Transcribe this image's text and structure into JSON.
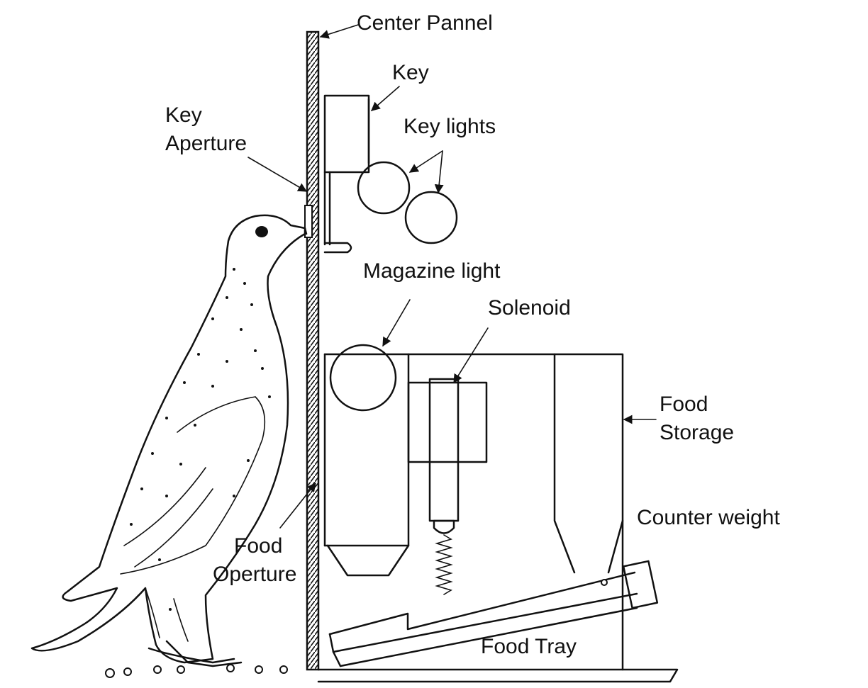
{
  "labels": {
    "center_panel": "Center Pannel",
    "key": "Key",
    "key_lights": "Key lights",
    "key_aperture_line1": "Key",
    "key_aperture_line2": "Aperture",
    "magazine_light": "Magazine light",
    "solenoid": "Solenoid",
    "food_storage_line1": "Food",
    "food_storage_line2": "Storage",
    "counter_weight": "Counter weight",
    "food_operture_line1": "Food",
    "food_operture_line2": "Operture",
    "food_tray": "Food Tray"
  }
}
